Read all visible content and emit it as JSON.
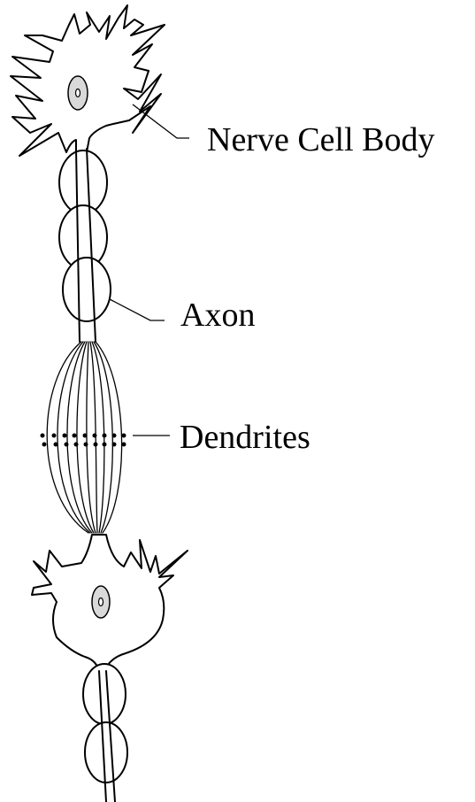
{
  "diagram": {
    "colors": {
      "ink": "#000000",
      "background": "#ffffff",
      "nucleus": "#d9d9d9"
    },
    "labels": {
      "cell_body": "Nerve Cell Body",
      "axon": "Axon",
      "dendrites": "Dendrites"
    }
  }
}
